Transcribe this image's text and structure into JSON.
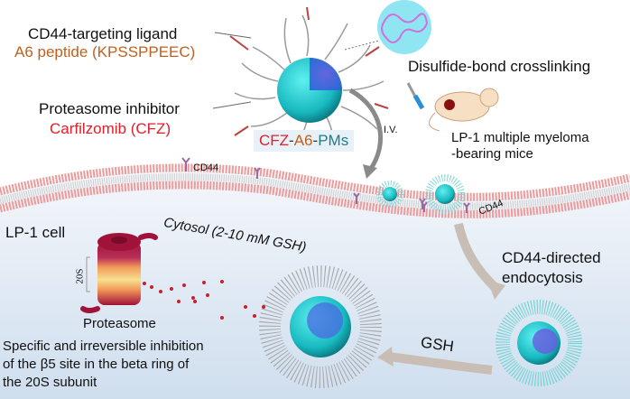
{
  "colors": {
    "ligand_text": "#c0601f",
    "cfz_text": "#e0202a",
    "pms_text": "#1d7f86",
    "micelle_core": "#1fc4c8",
    "membrane": "#f0a0a0",
    "arrow_grey": "#8a8a8a",
    "arrow_beige": "#c9beb5",
    "background_cell": "#dfe9f3"
  },
  "labels": {
    "ligand_title": "CD44-targeting ligand",
    "ligand_name": "A6 peptide (KPSSPPEEC)",
    "inhibitor_title": "Proteasome inhibitor",
    "inhibitor_name": "Carfilzomib (CFZ)",
    "crosslink": "Disulfide-bond crosslinking",
    "formulation": {
      "cfz": "CFZ",
      "dash1": "-",
      "a6": "A6",
      "dash2": "-",
      "pms": "PMs"
    },
    "iv": "I.V.",
    "mice_line1": "LP-1 multiple myeloma",
    "mice_line2": "-bearing mice",
    "cd44_top": "CD44",
    "cd44_right": "CD44",
    "cell": "LP-1 cell",
    "cytosol": "Cytosol (2-10 mM GSH)",
    "endocytosis_line1": "CD44-directed",
    "endocytosis_line2": "endocytosis",
    "gsh": "GSH",
    "subunit": "20S",
    "proteasome": "Proteasome",
    "inhibition_line1": "Specific and irreversible inhibition",
    "inhibition_line2": "of the β5 site in the beta ring of",
    "inhibition_line3": "the 20S subunit"
  }
}
